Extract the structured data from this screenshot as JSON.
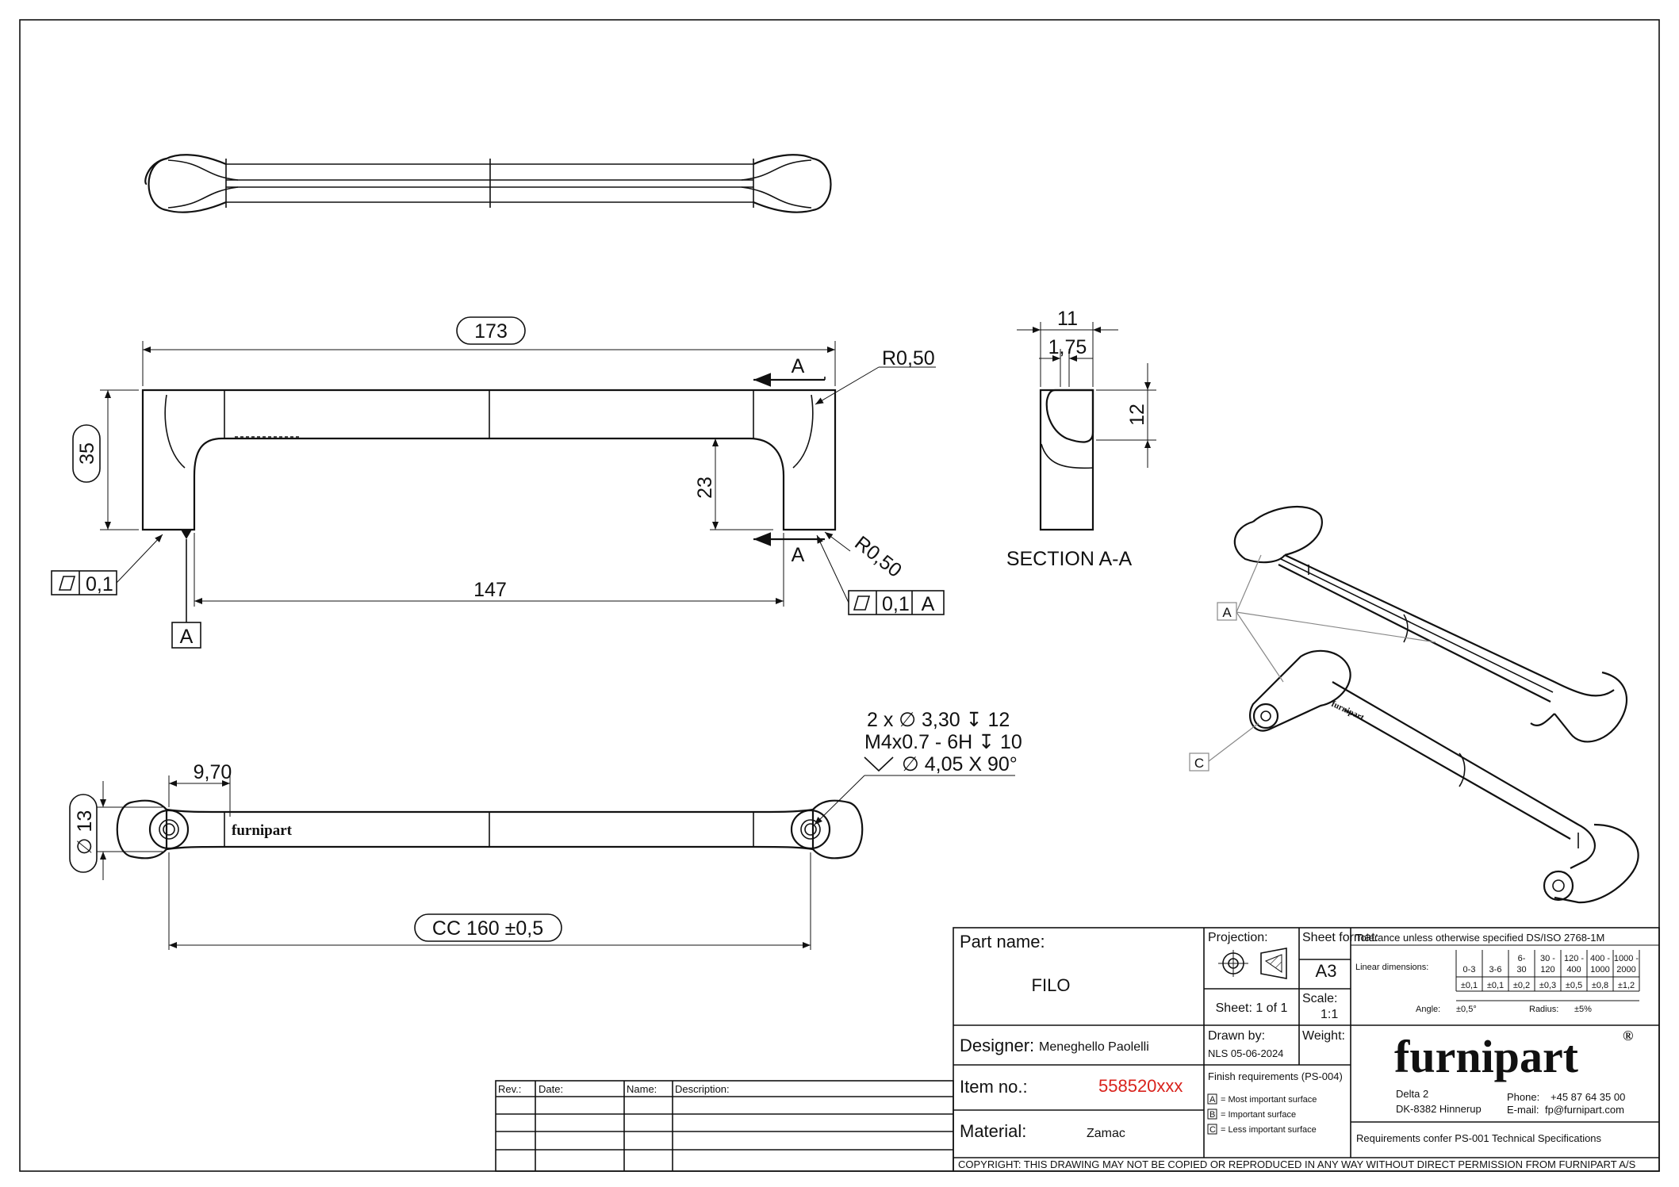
{
  "top_view": {},
  "front_view": {
    "dim_length": "173",
    "dim_height": "35",
    "dim_inner_height": "23",
    "dim_inner_length": "147",
    "radius_top": "R0,50",
    "radius_bottom": "R0,50",
    "section_mark_top": "A",
    "section_mark_bottom": "A",
    "flatness_value": "0,1",
    "parallel_value": "0,1",
    "parallel_datum": "A",
    "datum_label": "A"
  },
  "section": {
    "title": "SECTION A-A",
    "dim_width": "11",
    "dim_offset": "1,75",
    "dim_height": "12"
  },
  "bottom_view": {
    "dim_diameter": "∅ 13",
    "dim_offset": "9,70",
    "dim_cc": "CC 160 ±0,5",
    "hole_line1": "2 x ∅ 3,30 ↧ 12",
    "hole_line2": "M4x0.7 - 6H ↧ 10",
    "hole_line3": "∅ 4,05 X 90°",
    "engraving": "furnipart"
  },
  "iso_view": {
    "label_a": "A",
    "label_c": "C"
  },
  "revision_table": {
    "headers": [
      "Rev.:",
      "Date:",
      "Name:",
      "Description:"
    ]
  },
  "title_block": {
    "part_name_label": "Part name:",
    "part_name": "FILO",
    "projection_label": "Projection:",
    "sheet_format_label": "Sheet format:",
    "sheet_format": "A3",
    "sheet_label": "Sheet: 1 of 1",
    "scale_label": "Scale:",
    "scale": "1:1",
    "designer_label": "Designer:",
    "designer": "Meneghello Paolelli",
    "drawn_by_label": "Drawn by:",
    "drawn_by": "NLS 05-06-2024",
    "weight_label": "Weight:",
    "item_label": "Item no.:",
    "item_no": "558520xxx",
    "material_label": "Material:",
    "material": "Zamac",
    "finish_title": "Finish requirements (PS-004)",
    "finish_a": "= Most important surface",
    "finish_b": "= Important surface",
    "finish_c": "= Less important surface",
    "finish_a_key": "A",
    "finish_b_key": "B",
    "finish_c_key": "C",
    "tolerance_title": "Tolerance unless otherwise specified DS/ISO 2768-1M",
    "linear_label": "Linear dimensions:",
    "ranges": [
      "0-3",
      "3-6",
      "6-\n30",
      "30 -\n120",
      "120 -\n400",
      "400 -\n1000",
      "1000 -\n2000"
    ],
    "range_top": [
      "",
      "",
      "6-",
      "30 -",
      "120 -",
      "400 -",
      "1000 -"
    ],
    "range_bottom": [
      "0-3",
      "3-6",
      "30",
      "120",
      "400",
      "1000",
      "2000"
    ],
    "tolerances": [
      "±0,1",
      "±0,1",
      "±0,2",
      "±0,3",
      "±0,5",
      "±0,8",
      "±1,2"
    ],
    "angle_label": "Angle:",
    "angle_value": "±0,5°",
    "radius_label": "Radius:",
    "radius_value": "±5%",
    "company_logo": "furnipart",
    "address1": "Delta 2",
    "address2": "DK-8382 Hinnerup",
    "phone_label": "Phone:",
    "phone": "+45 87 64 35 00",
    "email_label": "E-mail:",
    "email": "fp@furnipart.com",
    "requirements": "Requirements confer PS-001 Technical Specifications",
    "copyright": "COPYRIGHT: THIS DRAWING MAY NOT BE COPIED OR REPRODUCED IN ANY WAY WITHOUT DIRECT PERMISSION FROM FURNIPART A/S"
  }
}
